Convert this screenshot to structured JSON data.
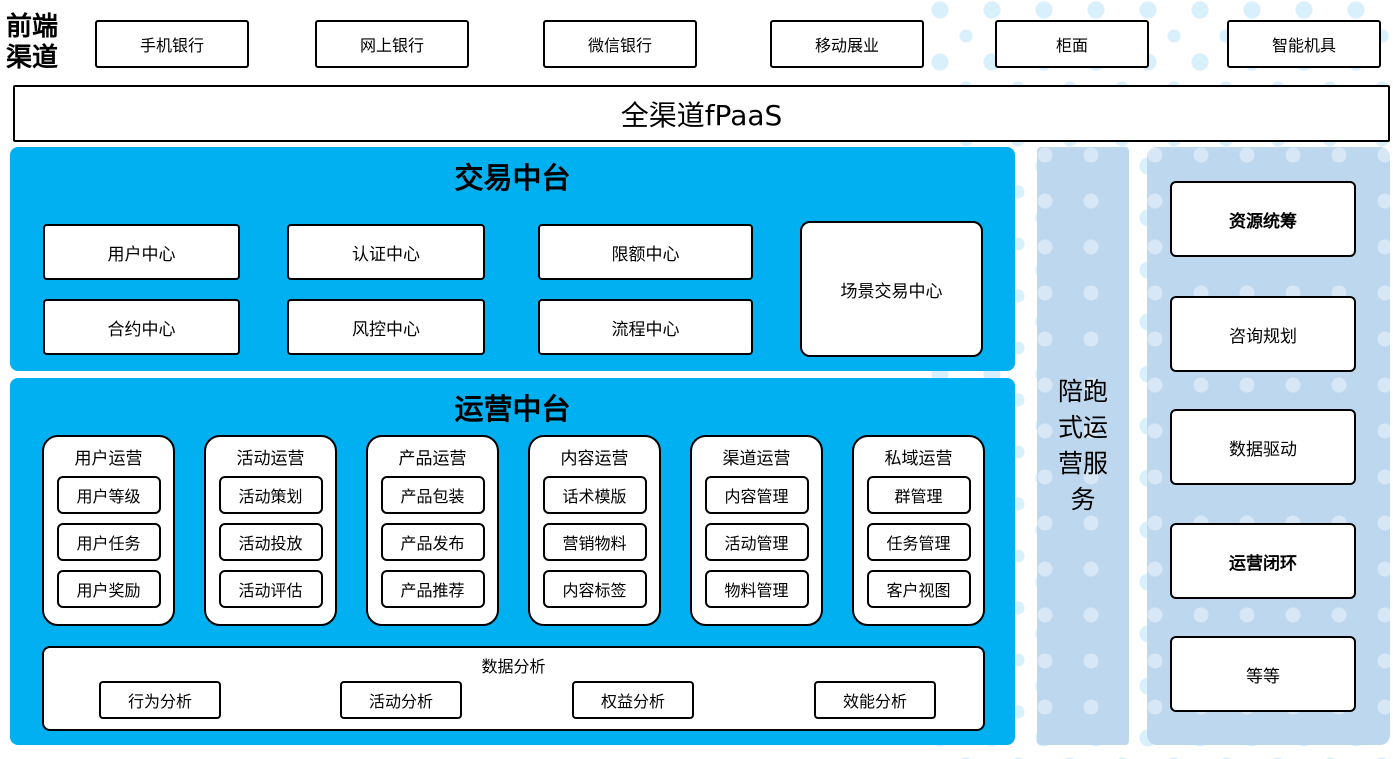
{
  "colors": {
    "bright_blue": "#00B0F0",
    "light_blue": "#BDD7EE",
    "dot": "#D7F0FB",
    "border": "#000000"
  },
  "front_channels": {
    "label": "前端渠道",
    "items": [
      "手机银行",
      "网上银行",
      "微信银行",
      "移动展业",
      "柜面",
      "智能机具"
    ]
  },
  "fpaas_bar": {
    "label": "全渠道fPaaS"
  },
  "trade_platform": {
    "title": "交易中台",
    "centers": [
      "用户中心",
      "认证中心",
      "限额中心",
      "合约中心",
      "风控中心",
      "流程中心"
    ],
    "scene_center": "场景交易中心"
  },
  "operation_platform": {
    "title": "运营中台",
    "columns": [
      {
        "header": "用户运营",
        "items": [
          "用户等级",
          "用户任务",
          "用户奖励"
        ]
      },
      {
        "header": "活动运营",
        "items": [
          "活动策划",
          "活动投放",
          "活动评估"
        ]
      },
      {
        "header": "产品运营",
        "items": [
          "产品包装",
          "产品发布",
          "产品推荐"
        ]
      },
      {
        "header": "内容运营",
        "items": [
          "话术模版",
          "营销物料",
          "内容标签"
        ]
      },
      {
        "header": "渠道运营",
        "items": [
          "内容管理",
          "活动管理",
          "物料管理"
        ]
      },
      {
        "header": "私域运营",
        "items": [
          "群管理",
          "任务管理",
          "客户视图"
        ]
      }
    ],
    "data_analysis": {
      "header": "数据分析",
      "items": [
        "行为分析",
        "活动分析",
        "权益分析",
        "效能分析"
      ]
    }
  },
  "companion_bar": {
    "label": "陪跑式运营服务"
  },
  "right_panel": {
    "items": [
      "资源统筹",
      "咨询规划",
      "数据驱动",
      "运营闭环",
      "等等"
    ]
  }
}
